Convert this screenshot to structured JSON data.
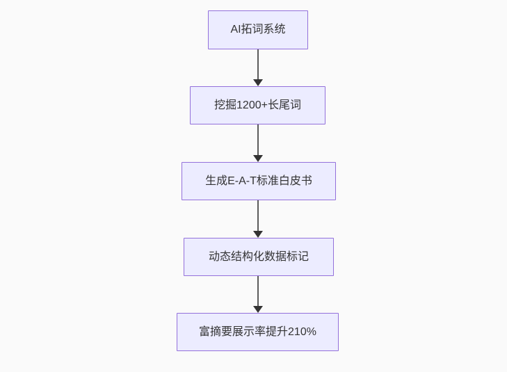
{
  "diagram": {
    "type": "flowchart",
    "direction": "top-down",
    "nodes": [
      {
        "id": "A",
        "label": "AI拓词系统"
      },
      {
        "id": "B",
        "label": "挖掘1200+长尾词"
      },
      {
        "id": "C",
        "label": "生成E-A-T标准白皮书"
      },
      {
        "id": "D",
        "label": "动态结构化数据标记"
      },
      {
        "id": "E",
        "label": "富摘要展示率提升210%"
      }
    ],
    "edges": [
      {
        "from": "A",
        "to": "B"
      },
      {
        "from": "B",
        "to": "C"
      },
      {
        "from": "C",
        "to": "D"
      },
      {
        "from": "D",
        "to": "E"
      }
    ],
    "colors": {
      "node_fill": "#ECECFF",
      "node_border": "#9370DB",
      "node_text": "#333333",
      "edge_line": "#5b5b5b",
      "arrowhead": "#333333",
      "background": "#fafafa"
    }
  }
}
